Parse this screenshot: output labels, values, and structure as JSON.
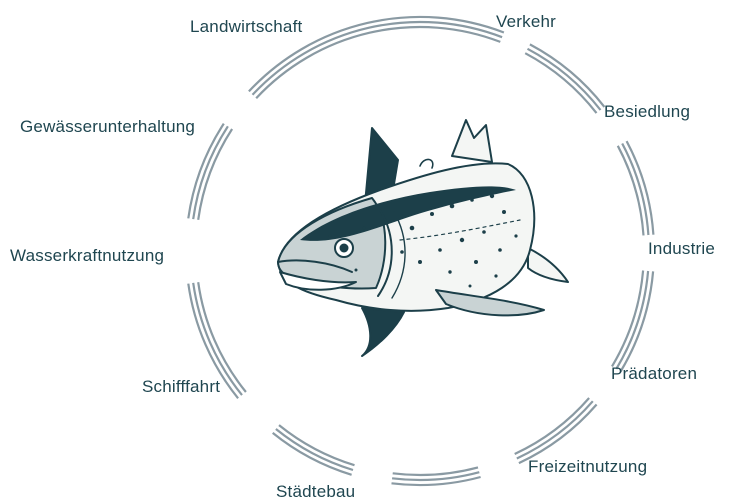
{
  "colors": {
    "ring": "#8a9aa3",
    "text": "#1f4650",
    "fish_ink": "#1c3f49",
    "fish_fill": "#f4f6f4"
  },
  "illustration": {
    "icon": "salmon-fish-icon"
  },
  "labels": {
    "landwirtschaft": "Landwirtschaft",
    "verkehr": "Verkehr",
    "besiedlung": "Besiedlung",
    "industrie": "Industrie",
    "praedatoren": "Prädatoren",
    "freizeitnutzung": "Freizeitnutzung",
    "staedtebau": "Städtebau",
    "schifffahrt": "Schifffahrt",
    "wasserkraftnutzung": "Wasserkraftnutzung",
    "gewaesserunterhaltung": "Gewässerunterhaltung"
  }
}
